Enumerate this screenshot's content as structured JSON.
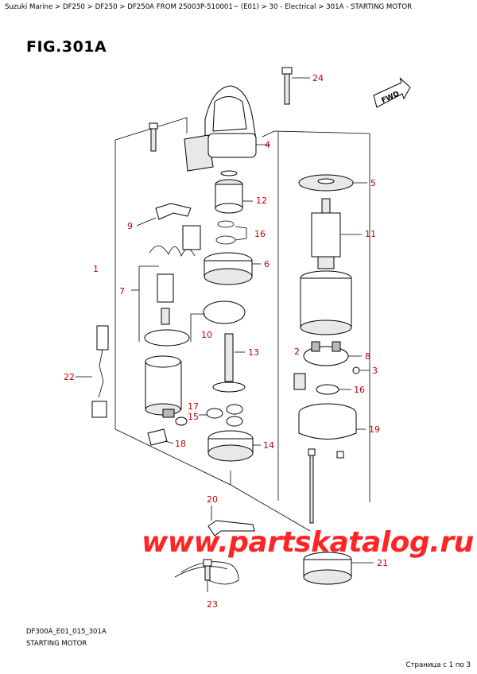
{
  "breadcrumb": "Suzuki Marine > DF250 > DF250 > DF250A FROM 25003P-510001~ (E01) > 30 - Electrical > 301A - STARTING MOTOR",
  "figure": {
    "title": "FIG.301A",
    "code": "DF300A_E01_015_301A",
    "name": "STARTING MOTOR",
    "fwd_label": "FWD"
  },
  "callouts": [
    "1",
    "2",
    "3",
    "4",
    "5",
    "6",
    "7",
    "8",
    "9",
    "10",
    "11",
    "12",
    "13",
    "14",
    "15",
    "16",
    "16",
    "17",
    "18",
    "19",
    "20",
    "21",
    "22",
    "23",
    "24"
  ],
  "watermark": "www.partskatalog.ru",
  "pager": "Страница с 1 по 3",
  "colors": {
    "callout": "#c00000",
    "watermark": "#ff1a1a"
  }
}
